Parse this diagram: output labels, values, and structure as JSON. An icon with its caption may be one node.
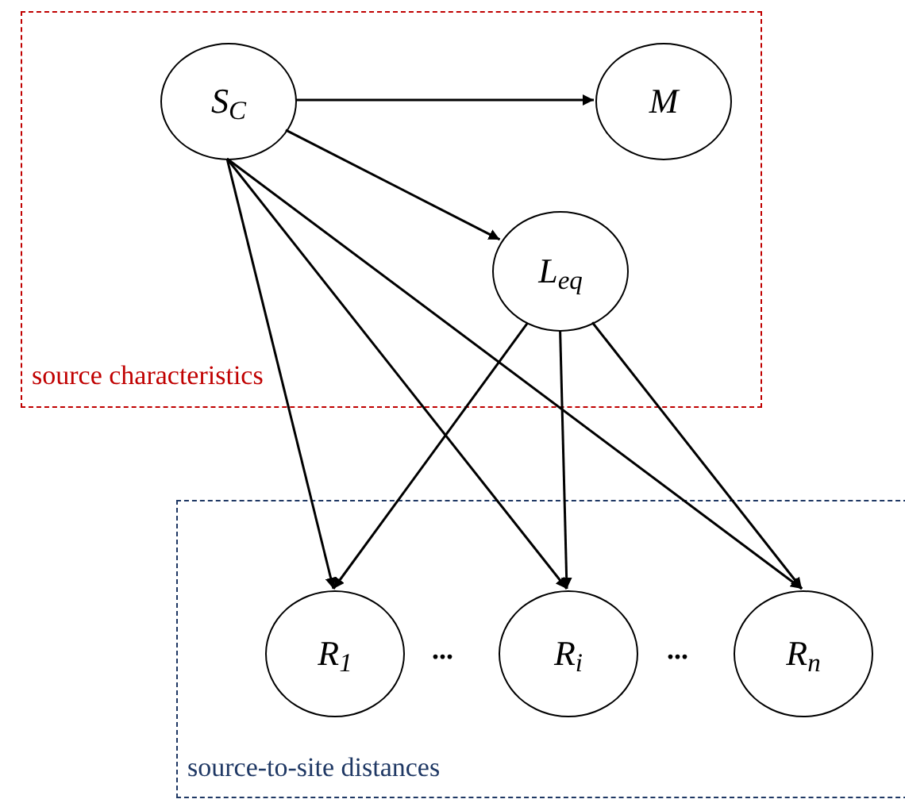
{
  "diagram": {
    "nodes": [
      {
        "text": [
          "source characteristics"
        ]
      },
      {
        "text": [
          "S$_{C}$"
        ],
        "in": 0
      },
      {
        "text": [
          "M"
        ],
        "in": 0
      },
      {
        "text": [
          "L$_{eq}$"
        ],
        "in": 0
      },
      {
        "text": [
          "source-to-site distances"
        ]
      },
      {
        "text": [
          "R$_{1}$"
        ],
        "in": 4
      },
      {
        "text": [
          "R$_{i}$"
        ],
        "in": 4
      },
      {
        "text": [
          "R$_{n}$"
        ],
        "in": 4
      }
    ],
    "edges": [
      {
        "from": 1,
        "to": 2,
        "arrow": "to"
      },
      {
        "from": 1,
        "to": 3,
        "arrow": "to"
      },
      {
        "from": 1,
        "to": 5,
        "arrow": "to"
      },
      {
        "from": 1,
        "to": 6,
        "arrow": "to"
      },
      {
        "from": 1,
        "to": 7,
        "arrow": "to"
      },
      {
        "from": 3,
        "to": 5,
        "arrow": "to"
      },
      {
        "from": 3,
        "to": 6,
        "arrow": "to"
      },
      {
        "from": 3,
        "to": 7,
        "arrow": "to"
      }
    ],
    "labels": [
      "...",
      "..."
    ]
  }
}
